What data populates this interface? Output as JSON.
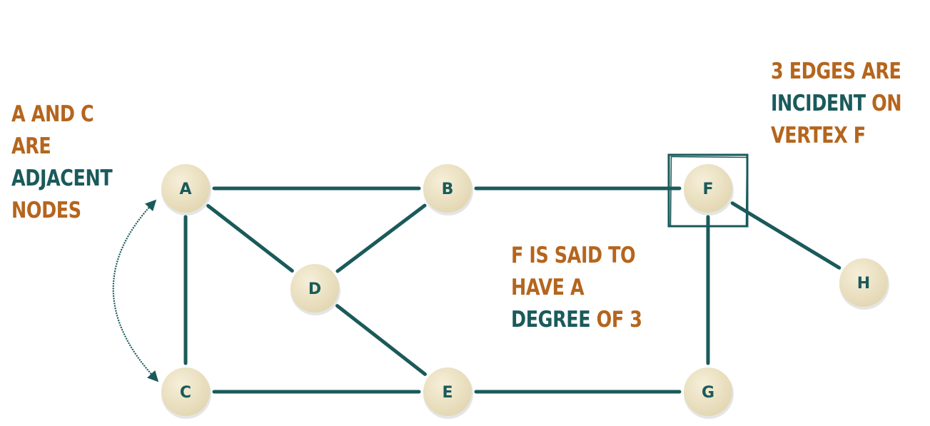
{
  "colors": {
    "edge": "#1a5a5a",
    "node_fill": "#ece3c6",
    "node_label": "#1a5a5a",
    "accent_orange": "#b5651d",
    "accent_teal": "#1a5a5a"
  },
  "nodes": [
    {
      "id": "A",
      "label": "A"
    },
    {
      "id": "B",
      "label": "B"
    },
    {
      "id": "C",
      "label": "C"
    },
    {
      "id": "D",
      "label": "D"
    },
    {
      "id": "E",
      "label": "E"
    },
    {
      "id": "F",
      "label": "F"
    },
    {
      "id": "G",
      "label": "G"
    },
    {
      "id": "H",
      "label": "H"
    }
  ],
  "edges": [
    [
      "A",
      "B"
    ],
    [
      "A",
      "D"
    ],
    [
      "A",
      "C"
    ],
    [
      "B",
      "F"
    ],
    [
      "B",
      "D"
    ],
    [
      "D",
      "E"
    ],
    [
      "C",
      "E"
    ],
    [
      "E",
      "G"
    ],
    [
      "F",
      "G"
    ],
    [
      "F",
      "H"
    ]
  ],
  "annotations": {
    "adjacent": {
      "line1": "A AND C",
      "line2": "ARE",
      "line3": "ADJACENT",
      "line4": "NODES"
    },
    "degree": {
      "line1": "F IS SAID TO",
      "line2": "HAVE A",
      "line3_teal": "DEGREE",
      "line3_orange": "OF 3"
    },
    "incident": {
      "line1": "3 EDGES ARE",
      "line2_teal": "INCIDENT",
      "line2_orange": "ON",
      "line3": "VERTEX F"
    }
  }
}
